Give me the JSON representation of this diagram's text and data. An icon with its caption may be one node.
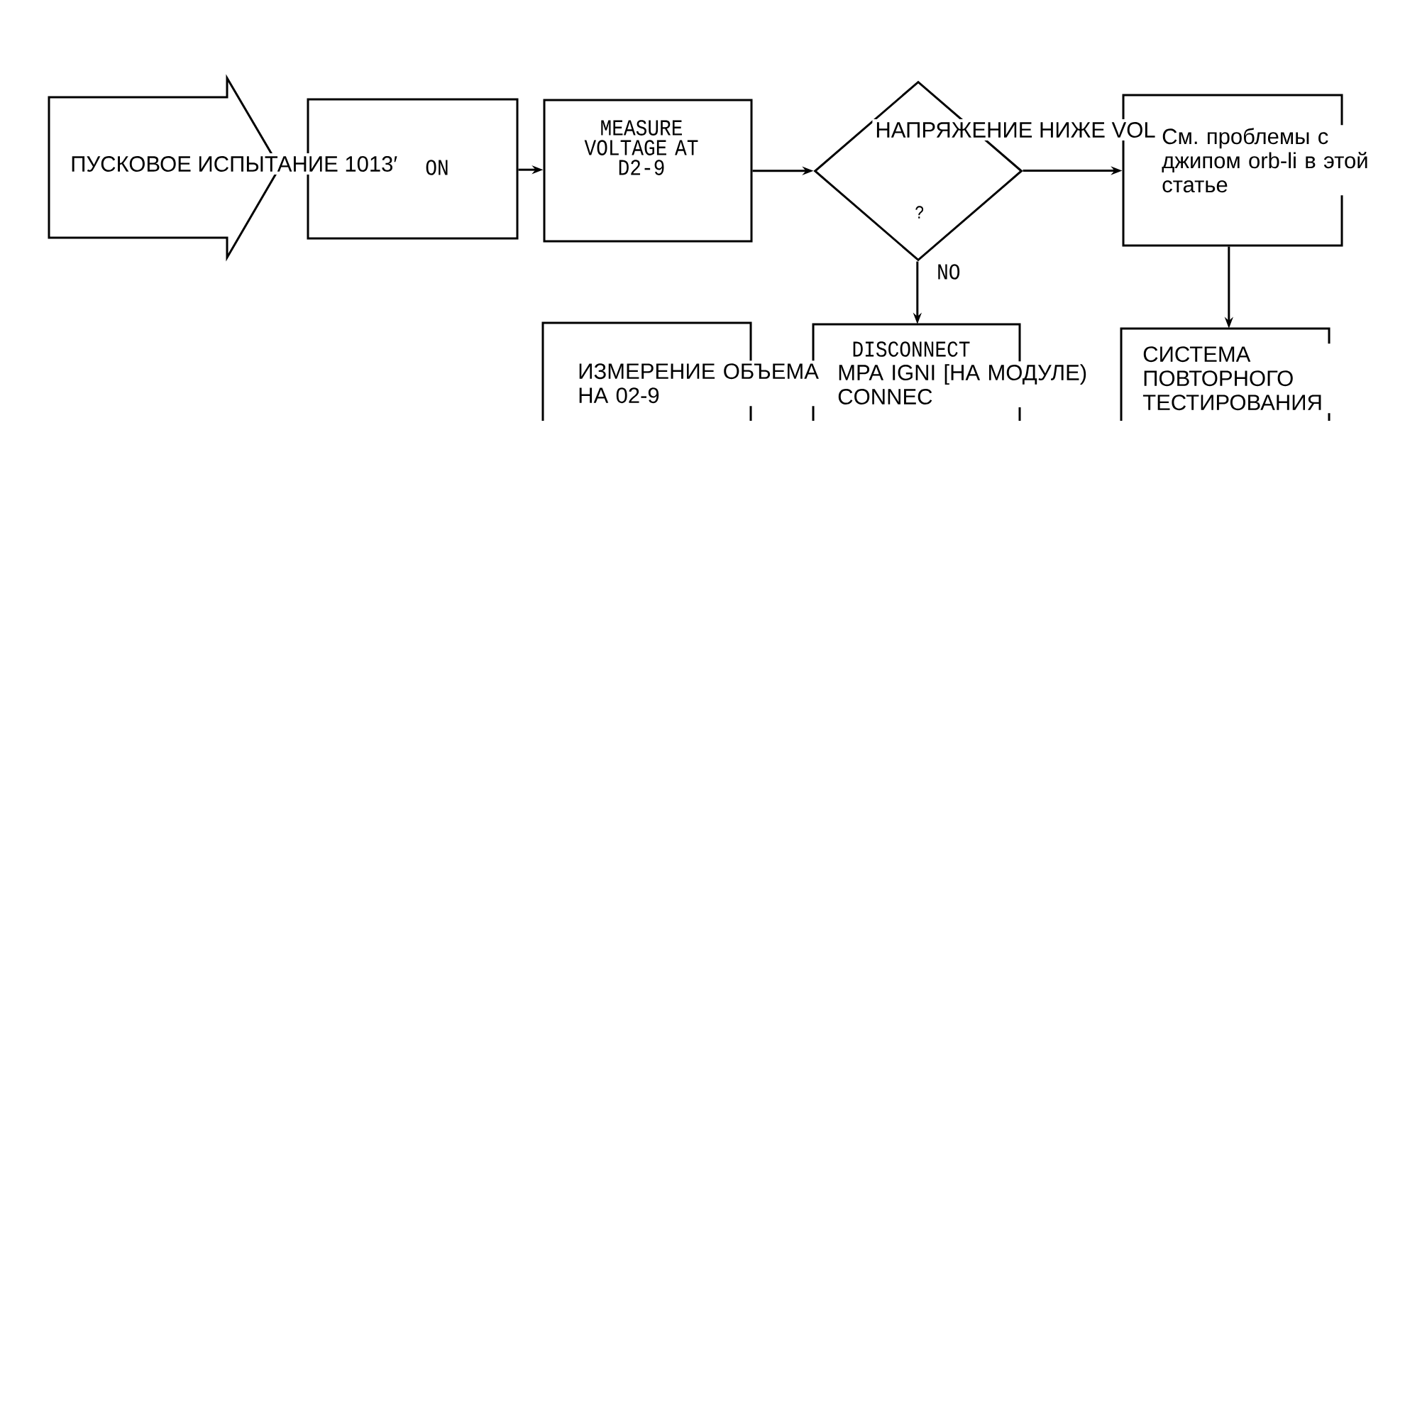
{
  "diagram": {
    "nodes": [
      {
        "text": [
          "ПУСКОВОЕ ИСПЫТАНИЕ 1013′"
        ]
      },
      {
        "text": [
          "ON"
        ]
      },
      {
        "text": [
          "MEASURE VOLTAGE AT D2-9"
        ]
      },
      {
        "text": [
          "НАПРЯЖЕНИЕ НИЖЕ VOL",
          "?"
        ]
      },
      {
        "text": [
          "См. проблемы с джипом orb-li в этой статье"
        ]
      },
      {
        "text": [
          "ИЗМЕРЕНИЕ ОБЪЕМА НА 02-9"
        ]
      },
      {
        "text": [
          "DISCONNECT",
          "MPA IGNI [НА МОДУЛЕ) CONNEC"
        ]
      },
      {
        "text": [
          "СИСТЕМА ПОВТОРНОГО ТЕСТИРОВАНИЯ"
        ]
      }
    ],
    "edges": [
      {
        "from": 1,
        "to": 2,
        "arrow": "to"
      },
      {
        "from": 2,
        "to": 3,
        "arrow": "to"
      },
      {
        "from": 3,
        "to": 4,
        "arrow": "to"
      },
      {
        "from": 3,
        "to": 6,
        "arrow": "to",
        "label": "NO"
      },
      {
        "from": 4,
        "to": 7,
        "arrow": "to"
      }
    ]
  }
}
